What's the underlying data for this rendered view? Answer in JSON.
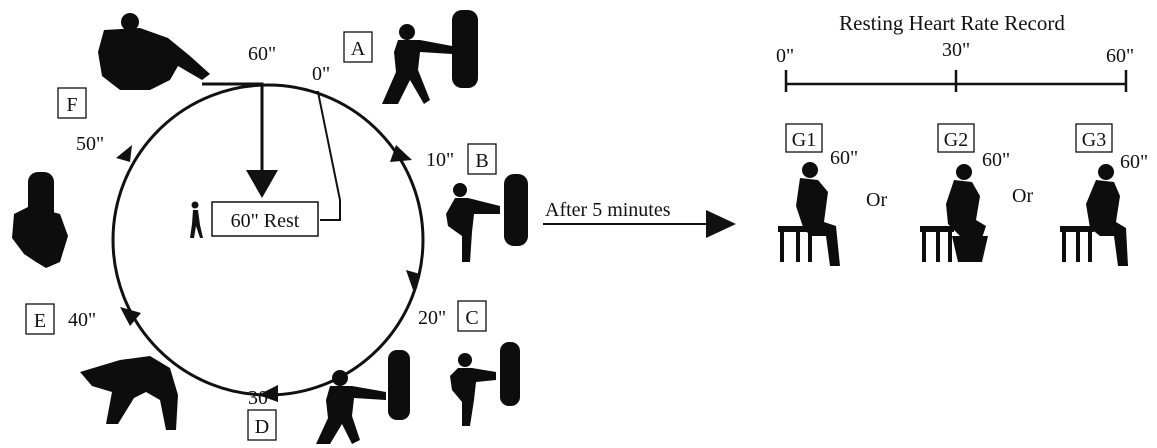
{
  "circuit": {
    "stations": [
      {
        "letter": "A",
        "time": "0\""
      },
      {
        "letter": "B",
        "time": "10\""
      },
      {
        "letter": "C",
        "time": "20\""
      },
      {
        "letter": "D",
        "time": "30\""
      },
      {
        "letter": "E",
        "time": "40\""
      },
      {
        "letter": "F",
        "time": "50\""
      }
    ],
    "top_time": "60\"",
    "rest_label": "60\" Rest"
  },
  "transition_label": "After 5 minutes",
  "heart_rate": {
    "title": "Resting Heart Rate Record",
    "ticks": [
      "0\"",
      "30\"",
      "60\""
    ],
    "groups": [
      {
        "label": "G1",
        "time": "60\""
      },
      {
        "label": "G2",
        "time": "60\""
      },
      {
        "label": "G3",
        "time": "60\""
      }
    ],
    "connector_1": "Or",
    "connector_2": "Or"
  },
  "colors": {
    "ink": "#111111",
    "silhouette": "#0d0d0d",
    "background": "#ffffff"
  }
}
